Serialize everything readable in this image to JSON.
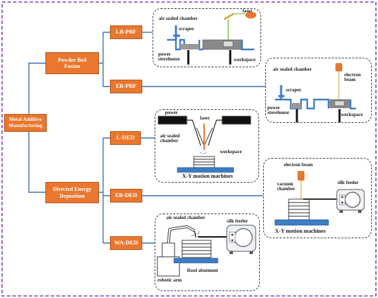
{
  "root": {
    "label": "Metal Additive Manufacturing"
  },
  "categories": [
    {
      "id": "pbf",
      "label": "Powder Bed Fusion"
    },
    {
      "id": "ded",
      "label": "Directed Energy Deposition"
    }
  ],
  "methods": {
    "lb_pbf": "LB-PBF",
    "eb_pbf": "EB-PBF",
    "l_ded": "L-DED",
    "eb_ded": "EB-DED",
    "wa_ded": "WA-DED"
  },
  "panel_labels": {
    "lb_pbf": {
      "laser": "laser",
      "chamber": "air sealed chamber",
      "scraper": "scraper",
      "storehouse": "power storehouse",
      "workspace": "workspace"
    },
    "eb_pbf": {
      "chamber": "air sealed chamber",
      "beam": "electron beam",
      "scraper": "scraper",
      "storehouse": "power storehouse",
      "workspace": "workspace"
    },
    "l_ded": {
      "power": "power",
      "laser": "laser",
      "chamber": "air sealed chamber",
      "workspace": "workspace",
      "machines": "X-Y motion machines"
    },
    "eb_ded": {
      "beam": "electron beam",
      "chamber": "vacuum chamber",
      "feeder": "silk feeder",
      "machines": "X-Y motion machines"
    },
    "wa_ded": {
      "chamber": "air sealed chamber",
      "feeder": "silk feeder",
      "arm": "robotic arm",
      "abutment": "fixed abutment"
    }
  },
  "colors": {
    "box_fill": "#E9772E",
    "connector": "#3A6FB5",
    "border": "#7B3FBF",
    "panel_border": "#2f3a4d",
    "machine_blue": "#3E7CC4"
  }
}
